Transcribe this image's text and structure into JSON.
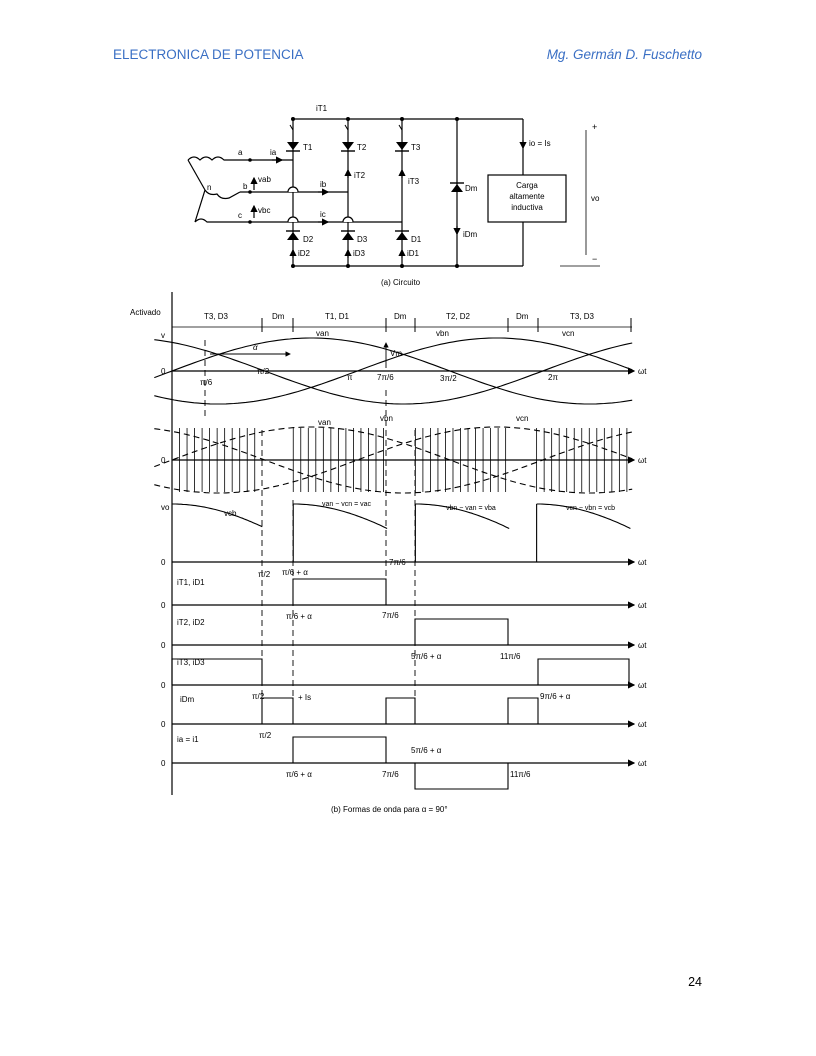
{
  "header": {
    "left": "ELECTRONICA DE POTENCIA",
    "right": "Mg. Germán D. Fuschetto"
  },
  "page_number": "24",
  "circuit": {
    "caption": "(a) Circuito",
    "labels": {
      "it1": "iT1",
      "io_is": "io = Is",
      "plus": "+",
      "minus": "−",
      "vo": "vo",
      "a": "a",
      "b": "b",
      "c": "c",
      "n": "n",
      "ia": "ia",
      "ib": "ib",
      "ic": "ic",
      "vab": "vab",
      "vbc": "vbc",
      "T1": "T1",
      "T2": "T2",
      "T3": "T3",
      "it2": "iT2",
      "it3": "iT3",
      "Dm": "Dm",
      "iDm": "iDm",
      "D1": "D1",
      "D2": "D2",
      "D3": "D3",
      "iD1": "iD1",
      "iD2": "iD2",
      "iD3": "iD3",
      "load": [
        "Carga",
        "altamente",
        "inductiva"
      ]
    }
  },
  "waveforms": {
    "caption": "(b) Formas de onda para α = 90°",
    "activado": "Activado",
    "conduction": [
      "T3, D3",
      "Dm",
      "T1, D1",
      "Dm",
      "T2, D2",
      "Dm",
      "T3, D3"
    ],
    "v_label": "v",
    "zero": "0",
    "wt": "ωt",
    "alpha": "α",
    "Vm": "Vm",
    "van": "van",
    "vbn": "vbn",
    "vcn": "vcn",
    "vo": "vo",
    "vcb": "vcb",
    "seg1": "van − vcn = vac",
    "seg2": "vbn − van = vba",
    "seg3": "vcn − vbn = vcb",
    "it1_id1": "iT1, iD1",
    "it2_id2": "iT2, iD2",
    "it3_id3": "iT3, iD3",
    "iDm": "iDm",
    "ia_i1": "ia = i1",
    "plus_Is": "+ Is",
    "ticks": {
      "pi6": "π/6",
      "pi2": "π/2",
      "pi": "π",
      "7pi6": "7π/6",
      "3pi2": "3π/2",
      "2pi": "2π",
      "pi6a": "π/6 + α",
      "5pi6a": "5π/6 + α",
      "11pi6": "11π/6",
      "9pi6a": "9π/6 + α"
    }
  }
}
